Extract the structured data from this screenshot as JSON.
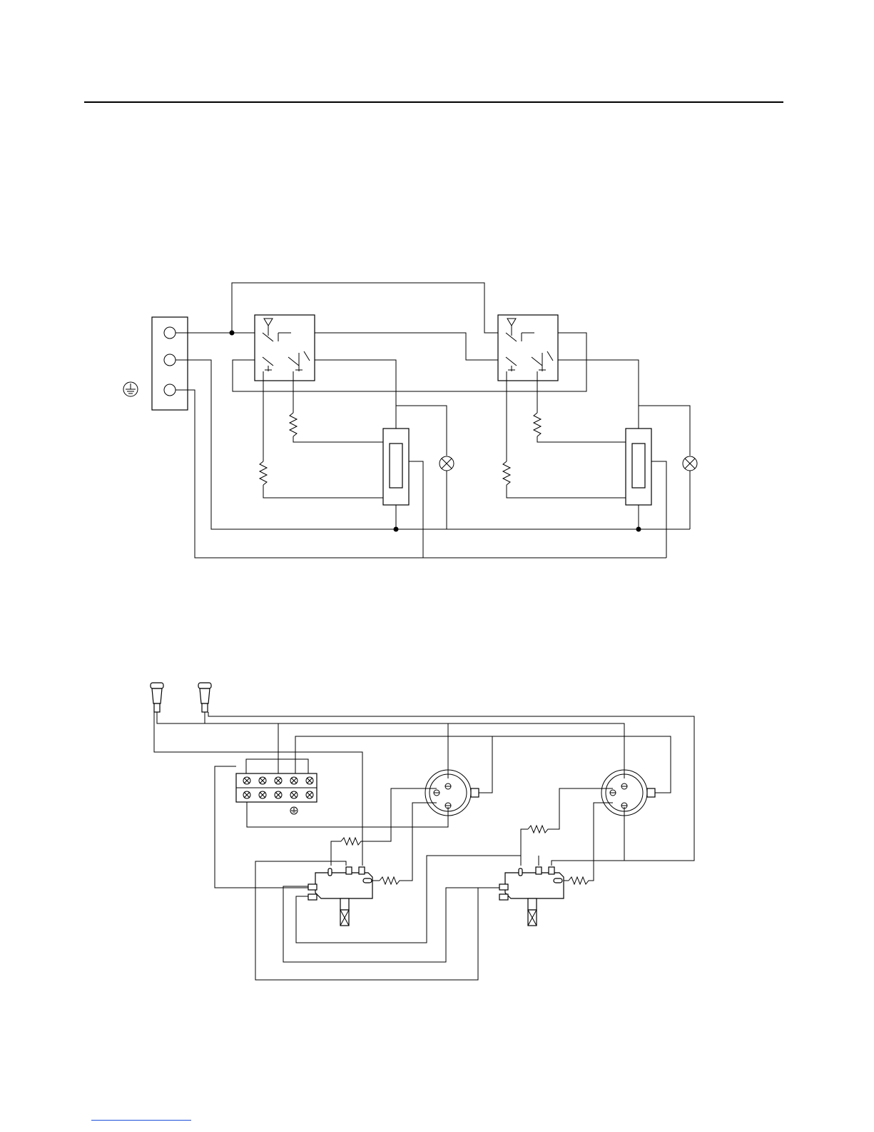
{
  "page": {
    "background": "#ffffff",
    "line_color": "#000000",
    "footer_link_color": "#1a4fd6"
  },
  "diagrams": [
    {
      "kind": "schematic",
      "components": {
        "terminal_block": "3-terminal-block",
        "earth_symbol": "ground-icon",
        "selector_switches": 2,
        "heating_resistors": 4,
        "thermostats": 2,
        "indicator_lamps": 2
      }
    },
    {
      "kind": "wiring",
      "components": {
        "pilot_lamps": 2,
        "terminal_strip_positions": 5,
        "earth_symbol": "ground-icon",
        "heating_plates": 2,
        "rotary_switches": 2,
        "resistors": 4
      }
    }
  ]
}
